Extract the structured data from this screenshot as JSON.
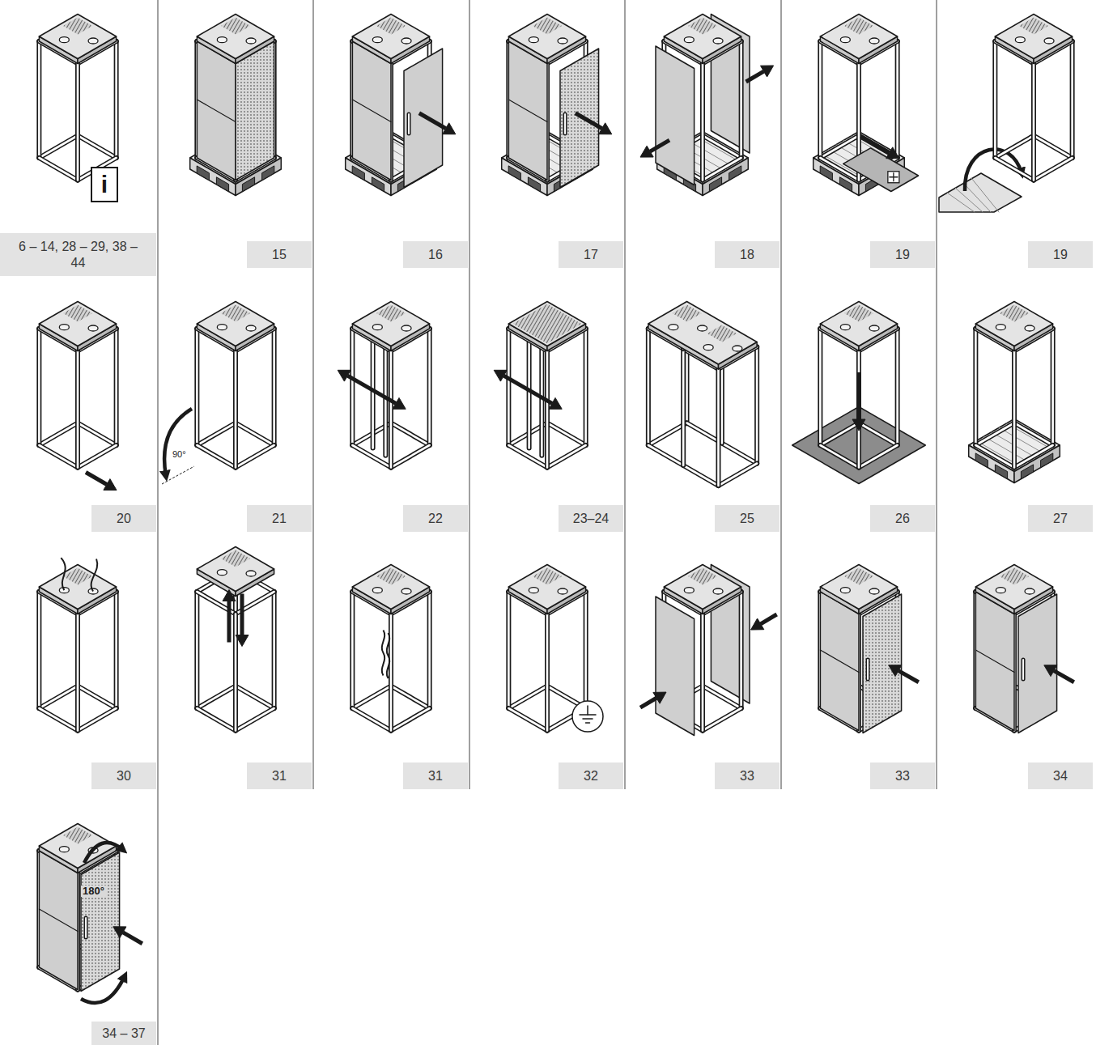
{
  "diagram": {
    "nodes": [
      {
        "text": [
          "i"
        ]
      },
      {
        "text": [
          "6 – 14, 28 – 29, 38 – 44"
        ]
      },
      {
        "text": [
          "15"
        ]
      },
      {
        "text": [
          "16"
        ]
      },
      {
        "text": [
          "17"
        ]
      },
      {
        "text": [
          "18"
        ]
      },
      {
        "text": [
          "19"
        ]
      },
      {
        "text": [
          "19"
        ]
      },
      {
        "text": [
          "20"
        ]
      },
      {
        "text": [
          "21"
        ]
      },
      {
        "text": [
          "22"
        ]
      },
      {
        "text": [
          "23–24"
        ]
      },
      {
        "text": [
          "25"
        ]
      },
      {
        "text": [
          "26"
        ]
      },
      {
        "text": [
          "27"
        ]
      },
      {
        "text": [
          "30"
        ]
      },
      {
        "text": [
          "31"
        ]
      },
      {
        "text": [
          "31"
        ]
      },
      {
        "text": [
          "32"
        ]
      },
      {
        "text": [
          "33"
        ]
      },
      {
        "text": [
          "33"
        ]
      },
      {
        "text": [
          "34"
        ]
      },
      {
        "text": [
          "34 – 37"
        ]
      }
    ],
    "labels": [
      "90°",
      "180°"
    ]
  }
}
